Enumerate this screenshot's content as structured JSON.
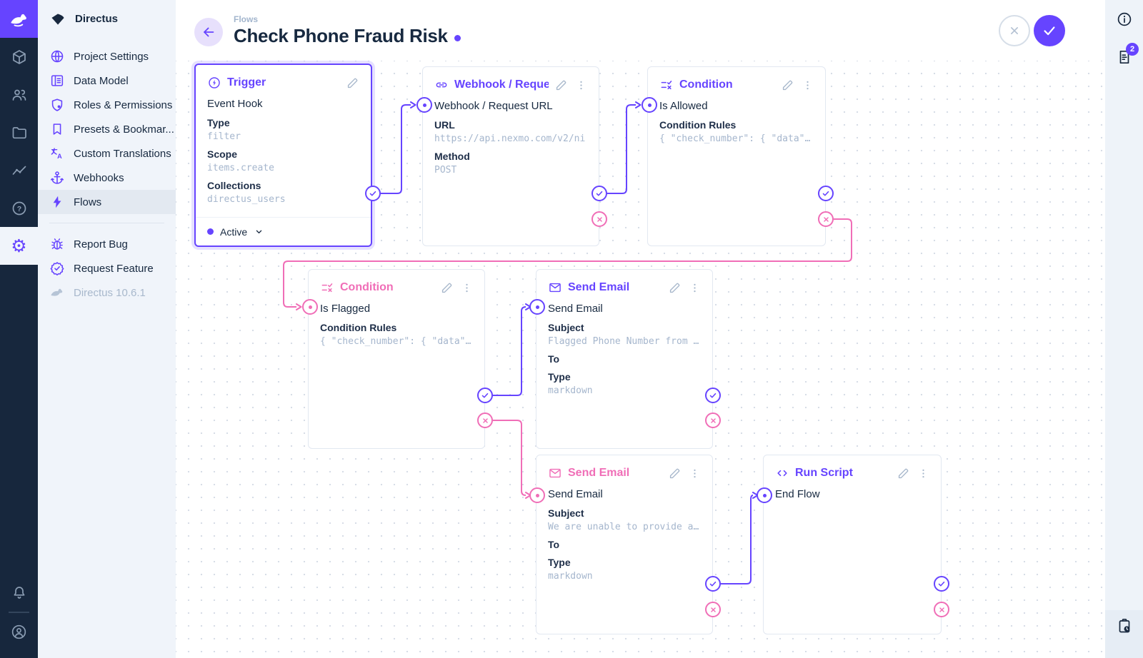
{
  "app": {
    "name": "Directus"
  },
  "module_bar": {
    "items": [
      {
        "icon": "box-icon",
        "name": "content"
      },
      {
        "icon": "people-icon",
        "name": "users"
      },
      {
        "icon": "folder-icon",
        "name": "files"
      },
      {
        "icon": "activity-icon",
        "name": "insights"
      },
      {
        "icon": "help-icon",
        "name": "docs"
      },
      {
        "icon": "gear-icon",
        "name": "settings",
        "active": true
      }
    ],
    "gear_glyph": "⚙"
  },
  "nav": {
    "title": "Directus",
    "items": [
      {
        "label": "Project Settings",
        "icon": "globe-icon"
      },
      {
        "label": "Data Model",
        "icon": "data-model-icon"
      },
      {
        "label": "Roles & Permissions",
        "icon": "shield-icon"
      },
      {
        "label": "Presets & Bookmar...",
        "icon": "bookmark-icon"
      },
      {
        "label": "Custom Translations",
        "icon": "translate-icon"
      },
      {
        "label": "Webhooks",
        "icon": "anchor-icon"
      },
      {
        "label": "Flows",
        "icon": "bolt-icon",
        "active": true
      }
    ],
    "secondary": [
      {
        "label": "Report Bug",
        "icon": "bug-icon"
      },
      {
        "label": "Request Feature",
        "icon": "seal-check-icon"
      }
    ],
    "version": "Directus 10.6.1"
  },
  "header": {
    "breadcrumb": "Flows",
    "title": "Check Phone Fraud Risk",
    "unsaved": true
  },
  "right_bar": {
    "notifications_badge": "2"
  },
  "flow": {
    "panels": [
      {
        "id": "trigger",
        "title": "Trigger",
        "name": "Event Hook",
        "accent": "#6644ff",
        "selected": true,
        "fields": [
          {
            "label": "Type",
            "value": "filter"
          },
          {
            "label": "Scope",
            "value": "items.create"
          },
          {
            "label": "Collections",
            "value": "directus_users"
          }
        ],
        "status": "Active"
      },
      {
        "id": "webhook",
        "title": "Webhook / Request URL",
        "name": "Webhook / Request URL",
        "accent": "#6644ff",
        "fields": [
          {
            "label": "URL",
            "value": "https://api.nexmo.com/v2/ni"
          },
          {
            "label": "Method",
            "value": "POST"
          }
        ]
      },
      {
        "id": "condition-allowed",
        "title": "Condition",
        "name": "Is Allowed",
        "accent": "#6644ff",
        "fields": [
          {
            "label": "Condition Rules",
            "value": "{ \"check_number\": { \"data\"…"
          }
        ]
      },
      {
        "id": "condition-flagged",
        "title": "Condition",
        "name": "Is Flagged",
        "accent": "#f06eb7",
        "fields": [
          {
            "label": "Condition Rules",
            "value": "{ \"check_number\": { \"data\"…"
          }
        ]
      },
      {
        "id": "send-email-flagged",
        "title": "Send Email",
        "name": "Send Email",
        "accent": "#6644ff",
        "fields": [
          {
            "label": "Subject",
            "value": "Flagged Phone Number from …"
          },
          {
            "label": "To",
            "value": ""
          },
          {
            "label": "Type",
            "value": "markdown"
          }
        ]
      },
      {
        "id": "send-email-unable",
        "title": "Send Email",
        "name": "Send Email",
        "accent": "#f06eb7",
        "fields": [
          {
            "label": "Subject",
            "value": "We are unable to provide a…"
          },
          {
            "label": "To",
            "value": ""
          },
          {
            "label": "Type",
            "value": "markdown"
          }
        ]
      },
      {
        "id": "run-script",
        "title": "Run Script",
        "name": "End Flow",
        "accent": "#6644ff",
        "fields": []
      }
    ]
  },
  "colors": {
    "accent": "#6644ff",
    "reject_pink": "#f06eb7",
    "module_bar_bg": "#17273d",
    "nav_bg": "#f0f4fa",
    "text_dark": "#172940",
    "text_muted": "#a5b6cd"
  }
}
